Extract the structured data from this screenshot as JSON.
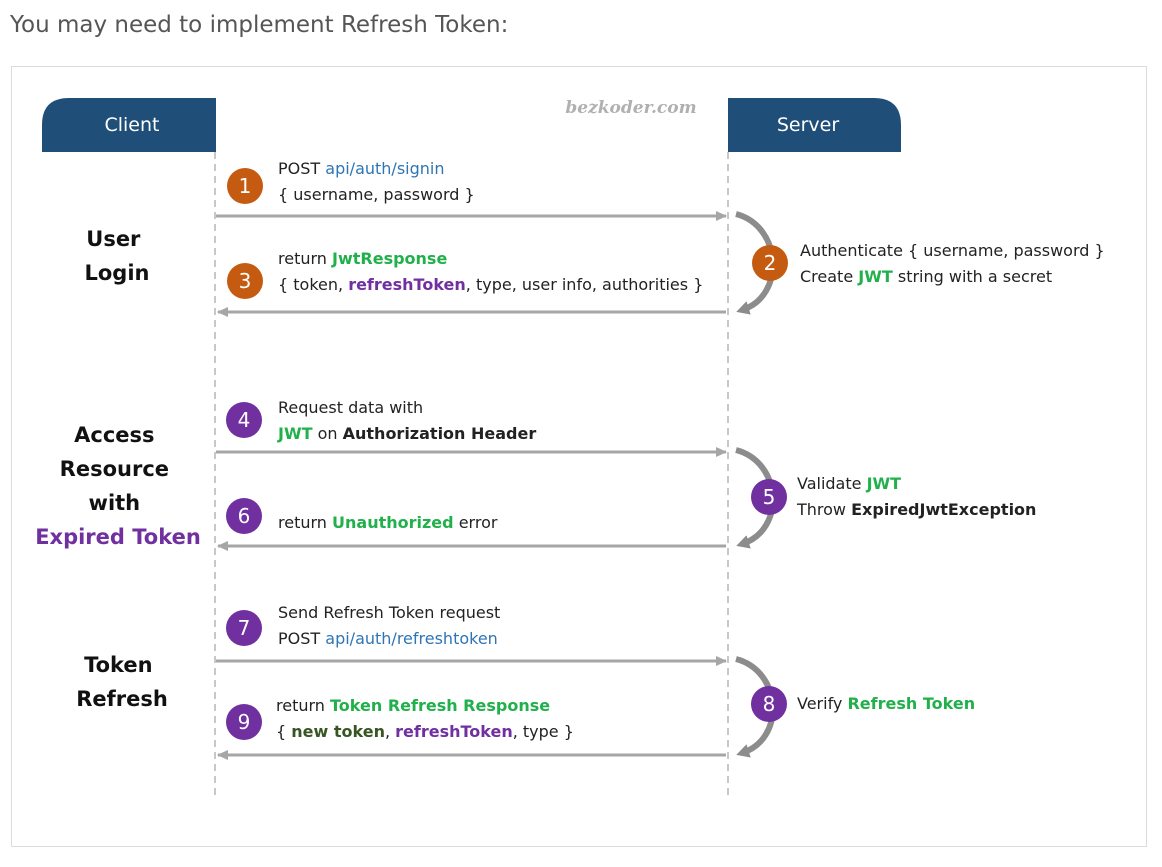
{
  "intro": "You may need to implement Refresh Token:",
  "colors": {
    "header_bg": "#1f4e79",
    "step_orange": "#c55a11",
    "step_purple": "#7030a0",
    "green": "#21b04b",
    "blue": "#2e75b6",
    "purple": "#7030a0",
    "dark": "#222222",
    "arrow": "#a6a6a6"
  },
  "diagram": {
    "client_label": "Client",
    "server_label": "Server",
    "watermark": "bezkoder.com",
    "phases": {
      "login": [
        "User",
        "Login"
      ],
      "access": [
        "Access",
        "Resource",
        "with",
        "Expired Token"
      ],
      "refresh": [
        "Token",
        "Refresh"
      ]
    },
    "steps": {
      "s1": {
        "num": "1",
        "l1a": "POST ",
        "l1b": "api/auth/signin",
        "l2": "{ username, password }"
      },
      "s2": {
        "num": "2",
        "l1": "Authenticate { username, password }",
        "l2a": "Create ",
        "l2b": "JWT",
        "l2c": " string with a secret"
      },
      "s3": {
        "num": "3",
        "l1a": "return ",
        "l1b": "JwtResponse",
        "l2a": "{ token, ",
        "l2b": "refreshToken",
        "l2c": ", type, user info, authorities }"
      },
      "s4": {
        "num": "4",
        "l1": "Request data with",
        "l2a": "JWT",
        "l2b": " on ",
        "l2c": "Authorization Header"
      },
      "s5": {
        "num": "5",
        "l1a": "Validate ",
        "l1b": "JWT",
        "l2a": "Throw ",
        "l2b": "ExpiredJwtException"
      },
      "s6": {
        "num": "6",
        "l1a": "return ",
        "l1b": "Unauthorized",
        "l1c": " error"
      },
      "s7": {
        "num": "7",
        "l1": "Send Refresh Token request",
        "l2a": "POST ",
        "l2b": "api/auth/refreshtoken"
      },
      "s8": {
        "num": "8",
        "l1a": "Verify ",
        "l1b": "Refresh Token"
      },
      "s9": {
        "num": "9",
        "l1a": "return ",
        "l1b": "Token Refresh Response",
        "l2a": "{ ",
        "l2b": "new token",
        "l2c": ", ",
        "l2d": "refreshToken",
        "l2e": ", type }"
      }
    }
  }
}
